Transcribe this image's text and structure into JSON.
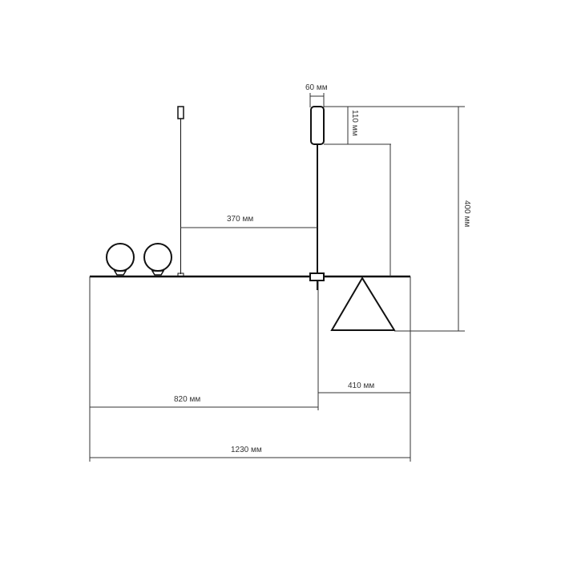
{
  "diagram": {
    "dimensions": {
      "canopy_width": "60 мм",
      "canopy_height": "110 мм",
      "total_height": "400 мм",
      "rod_offset": "370 мм",
      "left_length": "820 мм",
      "right_length": "410 мм",
      "total_length": "1230 мм"
    },
    "colors": {
      "line": "#111111",
      "dim": "#333333"
    }
  }
}
